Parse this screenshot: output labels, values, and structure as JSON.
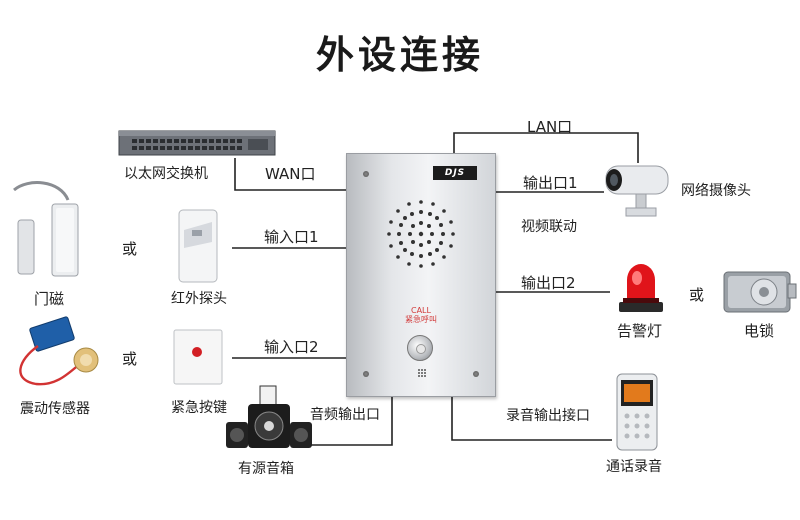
{
  "title": "外设连接",
  "panel": {
    "brand": "DJS",
    "call_label": "CALL",
    "call_sub": "紧急呼叫"
  },
  "labels": {
    "switch": "以太网交换机",
    "wan_port": "WAN口",
    "lan_port": "LAN口",
    "output_port_1": "输出口1",
    "video_linkage": "视频联动",
    "network_camera": "网络摄像头",
    "input_port_1": "输入口1",
    "output_port_2": "输出口2",
    "input_port_2": "输入口2",
    "door_sensor": "门磁",
    "or_1": "或",
    "infrared_probe": "红外探头",
    "alarm_light": "告警灯",
    "or_2": "或",
    "electric_lock": "电锁",
    "or_3": "或",
    "vibration_sensor": "震动传感器",
    "emergency_button": "紧急按键",
    "audio_output_port": "音频输出口",
    "powered_speaker": "有源音箱",
    "record_output_port": "录音输出接口",
    "call_recorder": "通话录音"
  }
}
